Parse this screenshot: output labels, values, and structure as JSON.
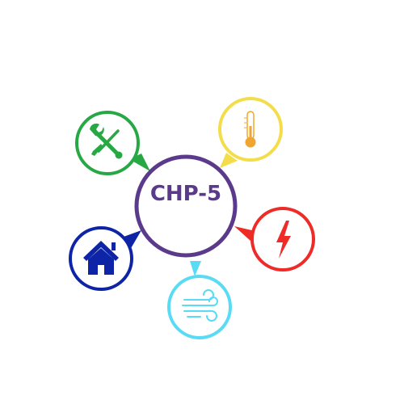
{
  "diagram": {
    "center": {
      "label": "CHP-5",
      "color": "#5b3a8c"
    },
    "nodes": [
      {
        "id": "maintenance",
        "icon": "wrench-screwdriver-icon",
        "color": "#27a845"
      },
      {
        "id": "temperature",
        "icon": "thermometer-icon",
        "color": "#f4dd4a"
      },
      {
        "id": "electricity",
        "icon": "lightning-bolt-icon",
        "color": "#ee2b27"
      },
      {
        "id": "air",
        "icon": "wind-icon",
        "color": "#59dbf5"
      },
      {
        "id": "home",
        "icon": "house-icon",
        "color": "#0e24a6"
      }
    ]
  }
}
